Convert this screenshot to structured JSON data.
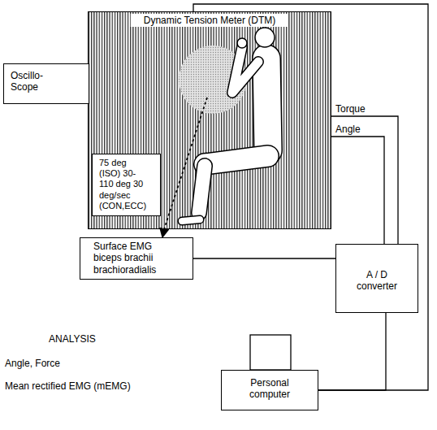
{
  "diagram": {
    "nodes": [
      {
        "text": [
          "Dynamic Tension Meter (DTM)"
        ]
      },
      {
        "text": [
          "Oscillo- Scope"
        ]
      },
      {
        "text": [
          "75 deg (ISO) 30-110 deg 30 deg/sec (CON,ECC)"
        ],
        "in": 0
      },
      {
        "text": [
          "Surface EMG biceps brachii brachioradialis"
        ]
      },
      {
        "text": [
          "A / D converter"
        ]
      },
      {
        "text": [
          "Personal computer"
        ]
      }
    ],
    "edges": [
      {
        "from": 0,
        "to": 3,
        "arrow": "to"
      },
      {
        "from": 3,
        "to": 4,
        "arrow": "none"
      },
      {
        "from": 0,
        "to": 4,
        "label": "Torque",
        "arrow": "none"
      },
      {
        "from": 0,
        "to": 4,
        "label": "Angle",
        "arrow": "none"
      },
      {
        "from": 4,
        "to": 5,
        "arrow": "none"
      },
      {
        "from": 0,
        "to": 5,
        "arrow": "none"
      }
    ],
    "labels": [
      "ANALYSIS",
      "Angle, Force",
      "Mean rectified EMG (mEMG)"
    ]
  }
}
